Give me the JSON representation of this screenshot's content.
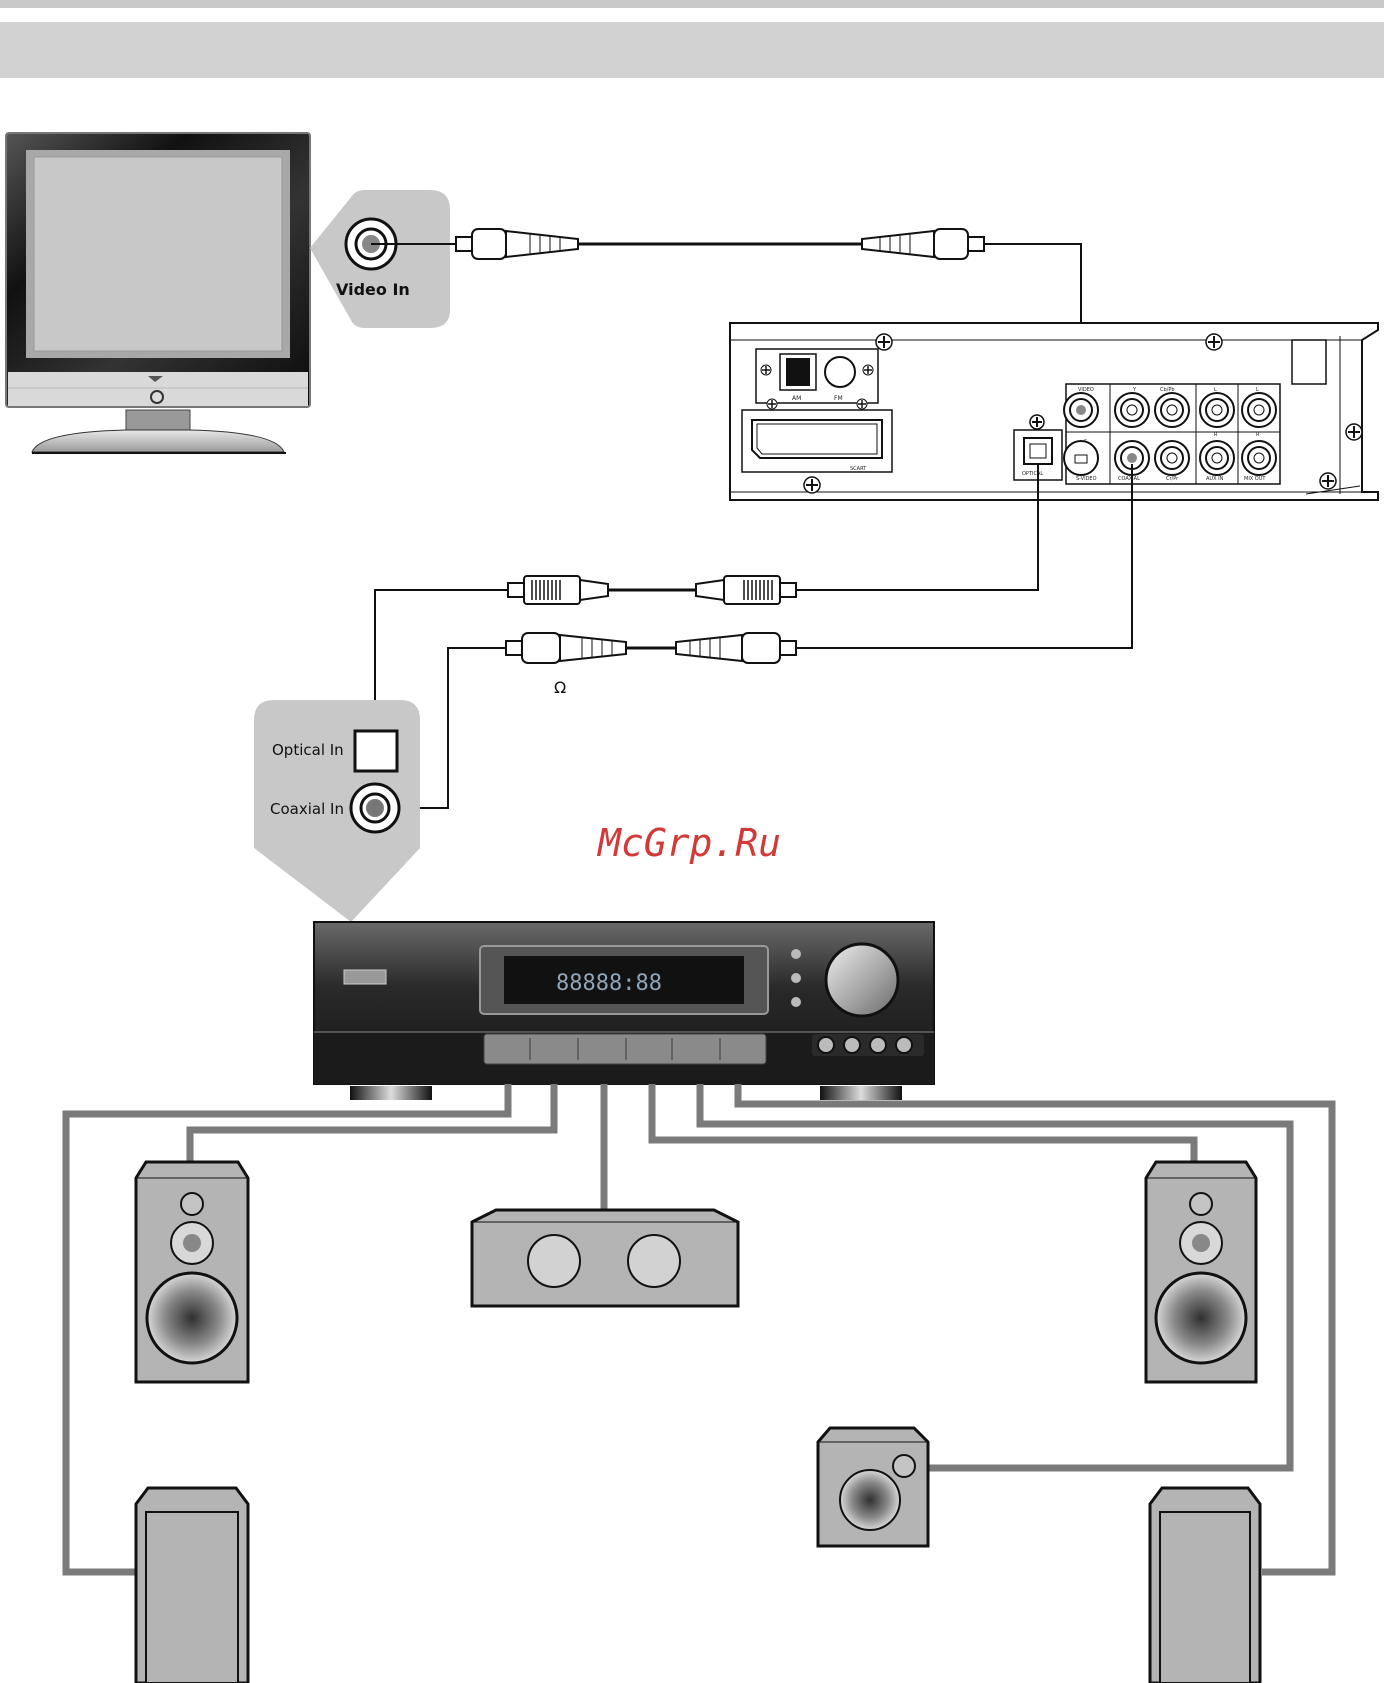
{
  "colors": {
    "header_strip": "#c9c9c9",
    "header_band": "#d2d2d2",
    "panel_gray": "#c8c8c8",
    "speaker_gray": "#b4b4b4",
    "wire_gray": "#7a7a7a",
    "cable_black": "#111111",
    "watermark_red": "#d23a3a",
    "receiver_body": "#3a3a3a",
    "display_blue": "#8fa6b8"
  },
  "tv": {
    "jack_label": "Video In"
  },
  "player": {
    "port_labels": {
      "am": "AM",
      "fm": "FM",
      "scart": "SCART",
      "optical": "OPTICAL",
      "video": "VIDEO",
      "svideo": "S-VIDEO",
      "coaxial": "COAXIAL",
      "y": "Y",
      "cb": "Cb/Pb",
      "cr": "Cr/Pr",
      "l1": "L",
      "r1": "R",
      "l2": "L",
      "r2": "R",
      "aux_in": "AUX IN",
      "mix_out": "MIX OUT",
      "s": "S"
    }
  },
  "cables": {
    "coax_symbol": "Ω"
  },
  "receiver": {
    "input_labels": {
      "optical": "Optical In",
      "coaxial": "Coaxial In"
    },
    "display_text": "88888:88"
  },
  "watermark": {
    "text": "McGrp.Ru"
  },
  "icons": {
    "screw": "screw-icon",
    "rca_jack": "rca-jack-icon",
    "optical_jack": "optical-jack-icon",
    "speaker": "speaker-icon",
    "subwoofer": "subwoofer-icon"
  }
}
